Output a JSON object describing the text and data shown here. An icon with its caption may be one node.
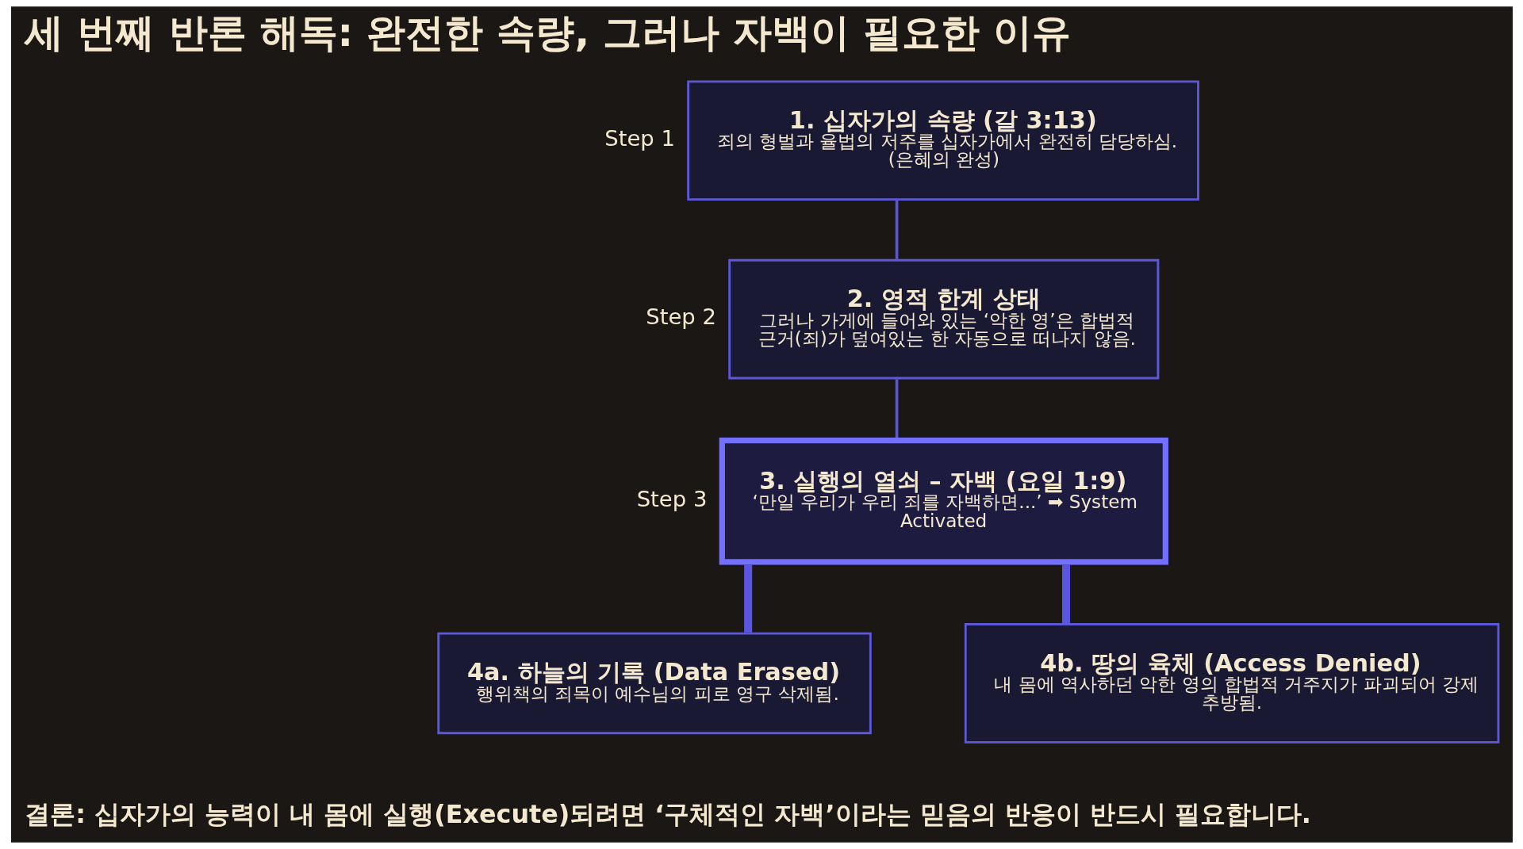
{
  "diagram": {
    "title": "세 번째 반론 해독: 완전한 속량, 그러나 자백이 필요한 이유",
    "caption": "결론: 십자가의 능력이 내 몸에 실행(Execute)되려면 ‘구체적인 자백’이라는 믿음의 반응이 반드시 필요합니다.",
    "nodes": [
      {
        "text": [
          "1. 십자가의 속량 (갈 3:13)",
          "죄의 형벌과 율법의 저주를 십자가에서 완전히 담당하심. (은혜의 완성)"
        ],
        "beside": [
          "Step 1"
        ]
      },
      {
        "text": [
          "2. 영적 한계 상태",
          "그러나 가게에 들어와 있는 ‘악한 영’은 합법적 근거(죄)가 덮여있는 한 자동으로 떠나지 않음."
        ],
        "beside": [
          "Step 2"
        ]
      },
      {
        "text": [
          "3. 실행의 열쇠 – 자백 (요일 1:9)",
          "‘만일 우리가 우리 죄를 자백하면...’ ➡ System Activated"
        ],
        "beside": [
          "Step 3"
        ]
      },
      {
        "text": [
          "4a. 하늘의 기록 (Data Erased)",
          "행위책의 죄목이 예수님의 피로 영구 삭제됨."
        ]
      },
      {
        "text": [
          "4b. 땅의 육체 (Access Denied)",
          "내 몸에 역사하던 악한 영의 합법적 거주지가 파괴되어 강제 추방됨."
        ]
      }
    ],
    "edges": [
      {
        "from": 0,
        "to": 1,
        "arrow": "none"
      },
      {
        "from": 1,
        "to": 2,
        "arrow": "none"
      },
      {
        "from": 2,
        "to": 3,
        "arrow": "none",
        "style": "thick"
      },
      {
        "from": 2,
        "to": 4,
        "arrow": "none",
        "style": "thick"
      }
    ]
  }
}
